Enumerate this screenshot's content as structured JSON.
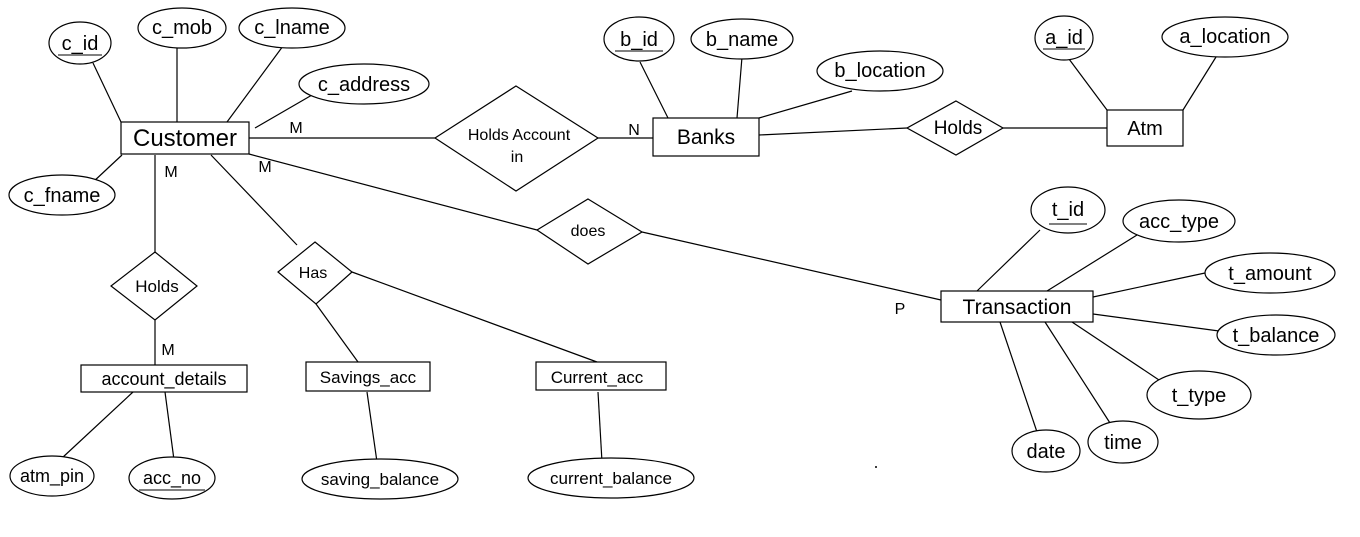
{
  "entities": {
    "customer": "Customer",
    "banks": "Banks",
    "atm": "Atm",
    "transaction": "Transaction",
    "account_details": "account_details",
    "savings_acc": "Savings_acc",
    "current_acc": "Current_acc"
  },
  "relationships": {
    "holds_account": [
      "Holds Account",
      "in"
    ],
    "holds_atm": "Holds",
    "does": "does",
    "holds_details": "Holds",
    "has": "Has"
  },
  "attributes": {
    "c_id": "c_id",
    "c_mob": "c_mob",
    "c_lname": "c_lname",
    "c_address": "c_address",
    "c_fname": "c_fname",
    "b_id": "b_id",
    "b_name": "b_name",
    "b_location": "b_location",
    "a_id": "a_id",
    "a_location": "a_location",
    "t_id": "t_id",
    "acc_type": "acc_type",
    "t_amount": "t_amount",
    "t_balance": "t_balance",
    "t_type": "t_type",
    "time": "time",
    "date": "date",
    "atm_pin": "atm_pin",
    "acc_no": "acc_no",
    "saving_balance": "saving_balance",
    "current_balance": "current_balance"
  },
  "cardinalities": {
    "customer_bank_side": "M",
    "bank_side": "N",
    "customer_does_side": "M",
    "customer_holds_side": "M",
    "details_side": "M",
    "transaction_side": "P"
  }
}
